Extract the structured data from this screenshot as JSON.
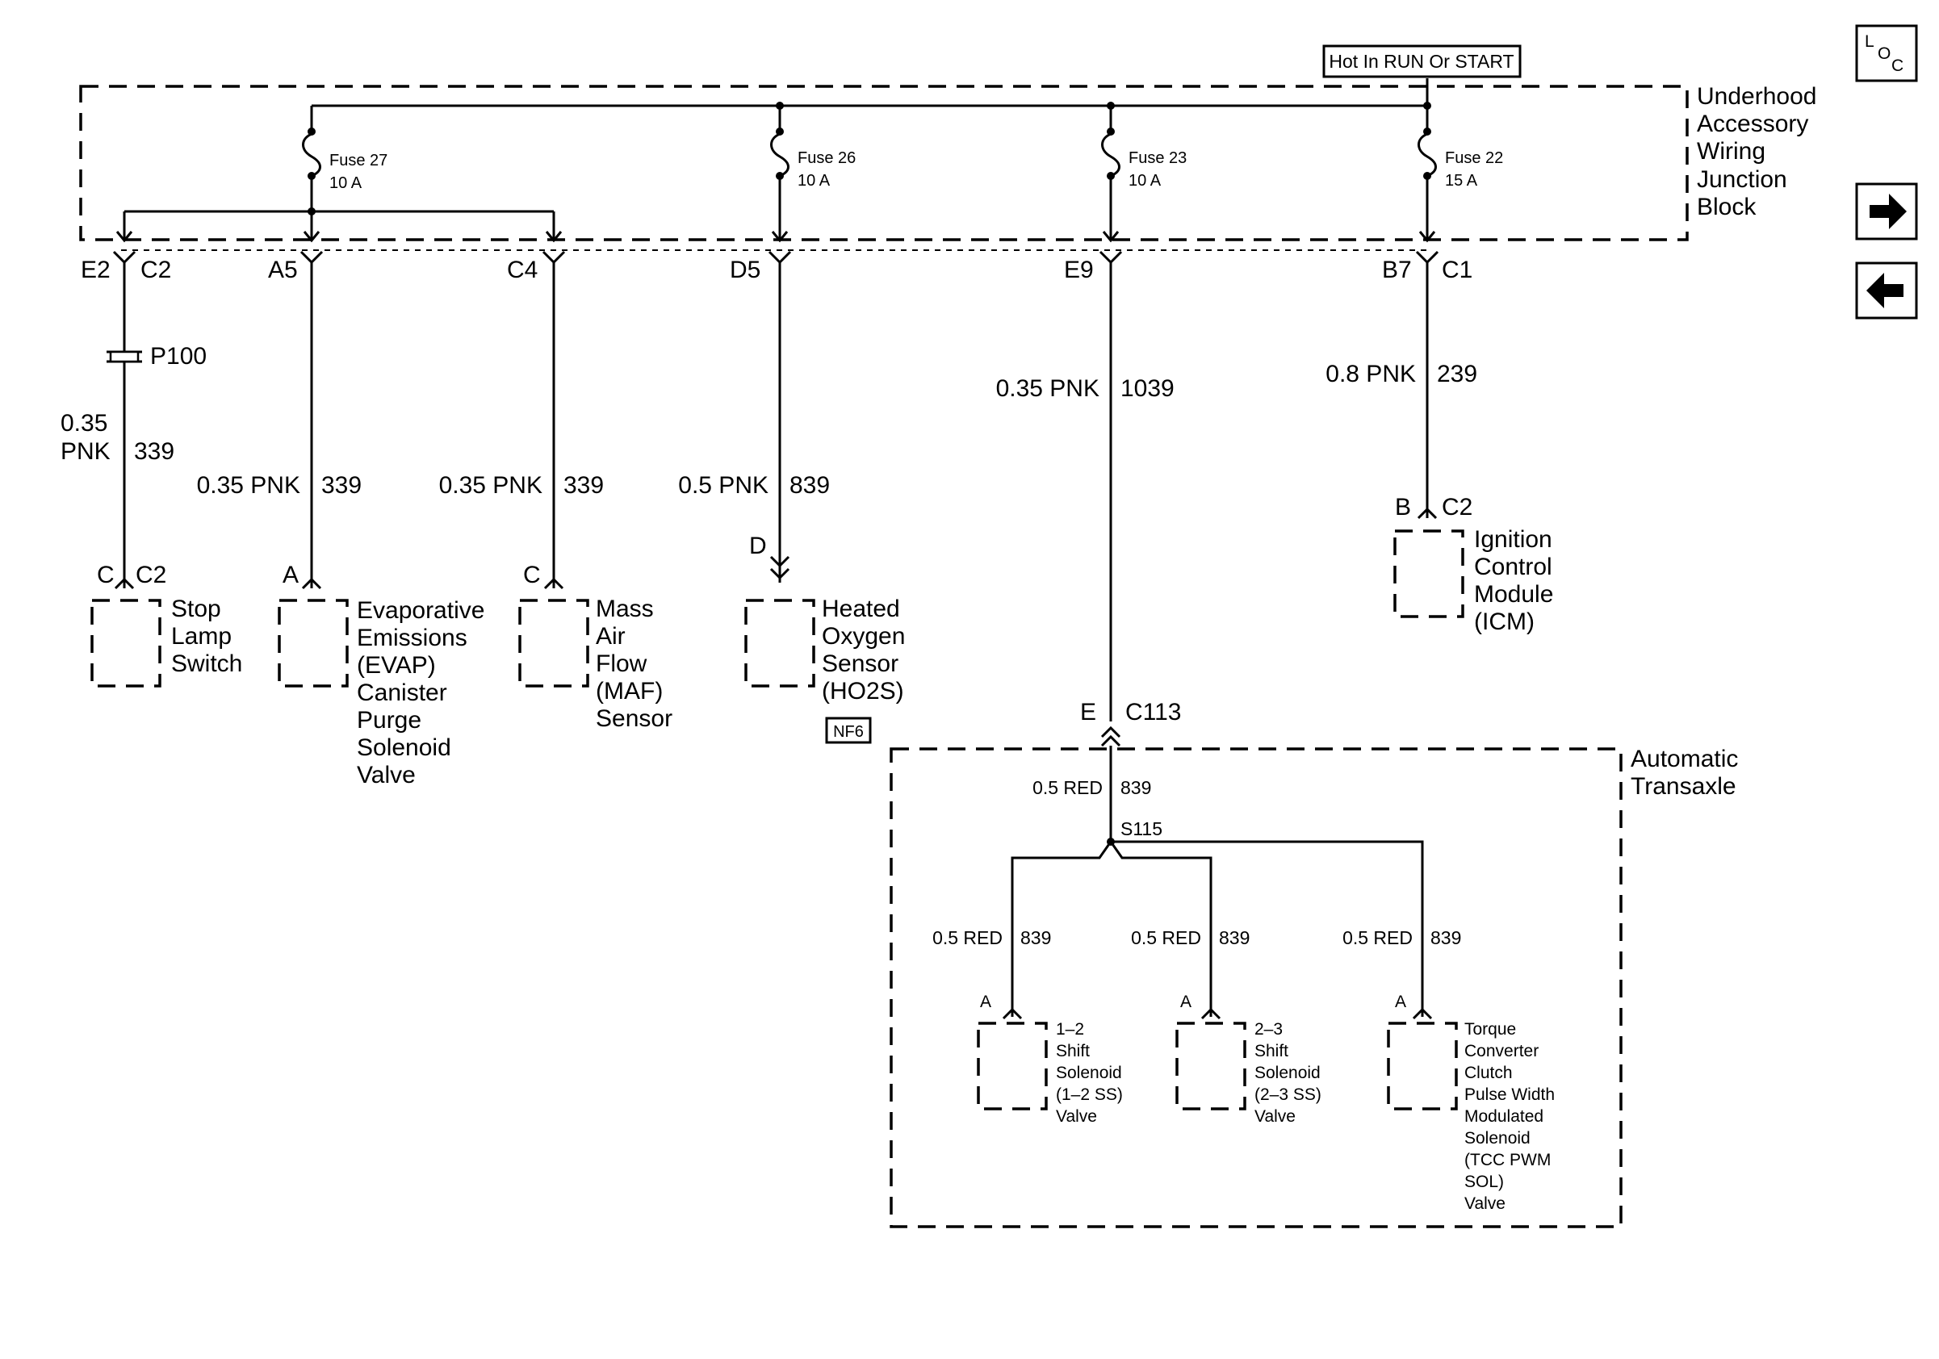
{
  "hot_label": "Hot In RUN Or START",
  "junction_block": [
    "Underhood",
    "Accessory",
    "Wiring",
    "Junction",
    "Block"
  ],
  "nav": {
    "loc": [
      "L",
      "O",
      "C"
    ],
    "next_icon": "arrow-right-icon",
    "prev_icon": "arrow-left-icon"
  },
  "fuses": [
    {
      "name": "Fuse 27",
      "rating": "10 A"
    },
    {
      "name": "Fuse 26",
      "rating": "10 A"
    },
    {
      "name": "Fuse 23",
      "rating": "10 A"
    },
    {
      "name": "Fuse 22",
      "rating": "15 A"
    }
  ],
  "block_connectors": [
    {
      "pin": "E2",
      "conn": "C2"
    },
    {
      "pin": "A5",
      "conn": ""
    },
    {
      "pin": "C4",
      "conn": ""
    },
    {
      "pin": "D5",
      "conn": ""
    },
    {
      "pin": "E9",
      "conn": ""
    },
    {
      "pin": "B7",
      "conn": "C1"
    }
  ],
  "splice_p100": "P100",
  "wires": [
    {
      "gauge": [
        "0.35",
        "PNK"
      ],
      "circuit": "339"
    },
    {
      "gauge": "0.35 PNK",
      "circuit": "339"
    },
    {
      "gauge": "0.35 PNK",
      "circuit": "339"
    },
    {
      "gauge": "0.5 PNK",
      "circuit": "839"
    },
    {
      "gauge": "0.35 PNK",
      "circuit": "1039"
    },
    {
      "gauge": "0.8 PNK",
      "circuit": "239"
    }
  ],
  "components": [
    {
      "pin": "C",
      "conn": "C2",
      "label": [
        "Stop",
        "Lamp",
        "Switch"
      ]
    },
    {
      "pin": "A",
      "conn": "",
      "label": [
        "Evaporative",
        "Emissions",
        "(EVAP)",
        "Canister",
        "Purge",
        "Solenoid",
        "Valve"
      ]
    },
    {
      "pin": "C",
      "conn": "",
      "label": [
        "Mass",
        "Air",
        "Flow",
        "(MAF)",
        "Sensor"
      ]
    },
    {
      "pin": "D",
      "conn": "",
      "label": [
        "Heated",
        "Oxygen",
        "Sensor",
        "(HO2S)"
      ]
    },
    {
      "pin": "B",
      "conn": "C2",
      "label": [
        "Ignition",
        "Control",
        "Module",
        "(ICM)"
      ]
    }
  ],
  "option_code": "NF6",
  "trans_connector": {
    "pin": "E",
    "conn": "C113"
  },
  "transaxle": {
    "label": [
      "Automatic",
      "Transaxle"
    ],
    "main_wire": {
      "gauge": "0.5 RED",
      "circuit": "839"
    },
    "splice": "S115",
    "branches": [
      {
        "gauge": "0.5 RED",
        "circuit": "839",
        "pin": "A",
        "label": [
          "1–2",
          "Shift",
          "Solenoid",
          "(1–2 SS)",
          "Valve"
        ]
      },
      {
        "gauge": "0.5 RED",
        "circuit": "839",
        "pin": "A",
        "label": [
          "2–3",
          "Shift",
          "Solenoid",
          "(2–3 SS)",
          "Valve"
        ]
      },
      {
        "gauge": "0.5 RED",
        "circuit": "839",
        "pin": "A",
        "label": [
          "Torque",
          "Converter",
          "Clutch",
          "Pulse Width",
          "Modulated",
          "Solenoid",
          "(TCC PWM",
          " SOL)",
          "Valve"
        ]
      }
    ]
  }
}
